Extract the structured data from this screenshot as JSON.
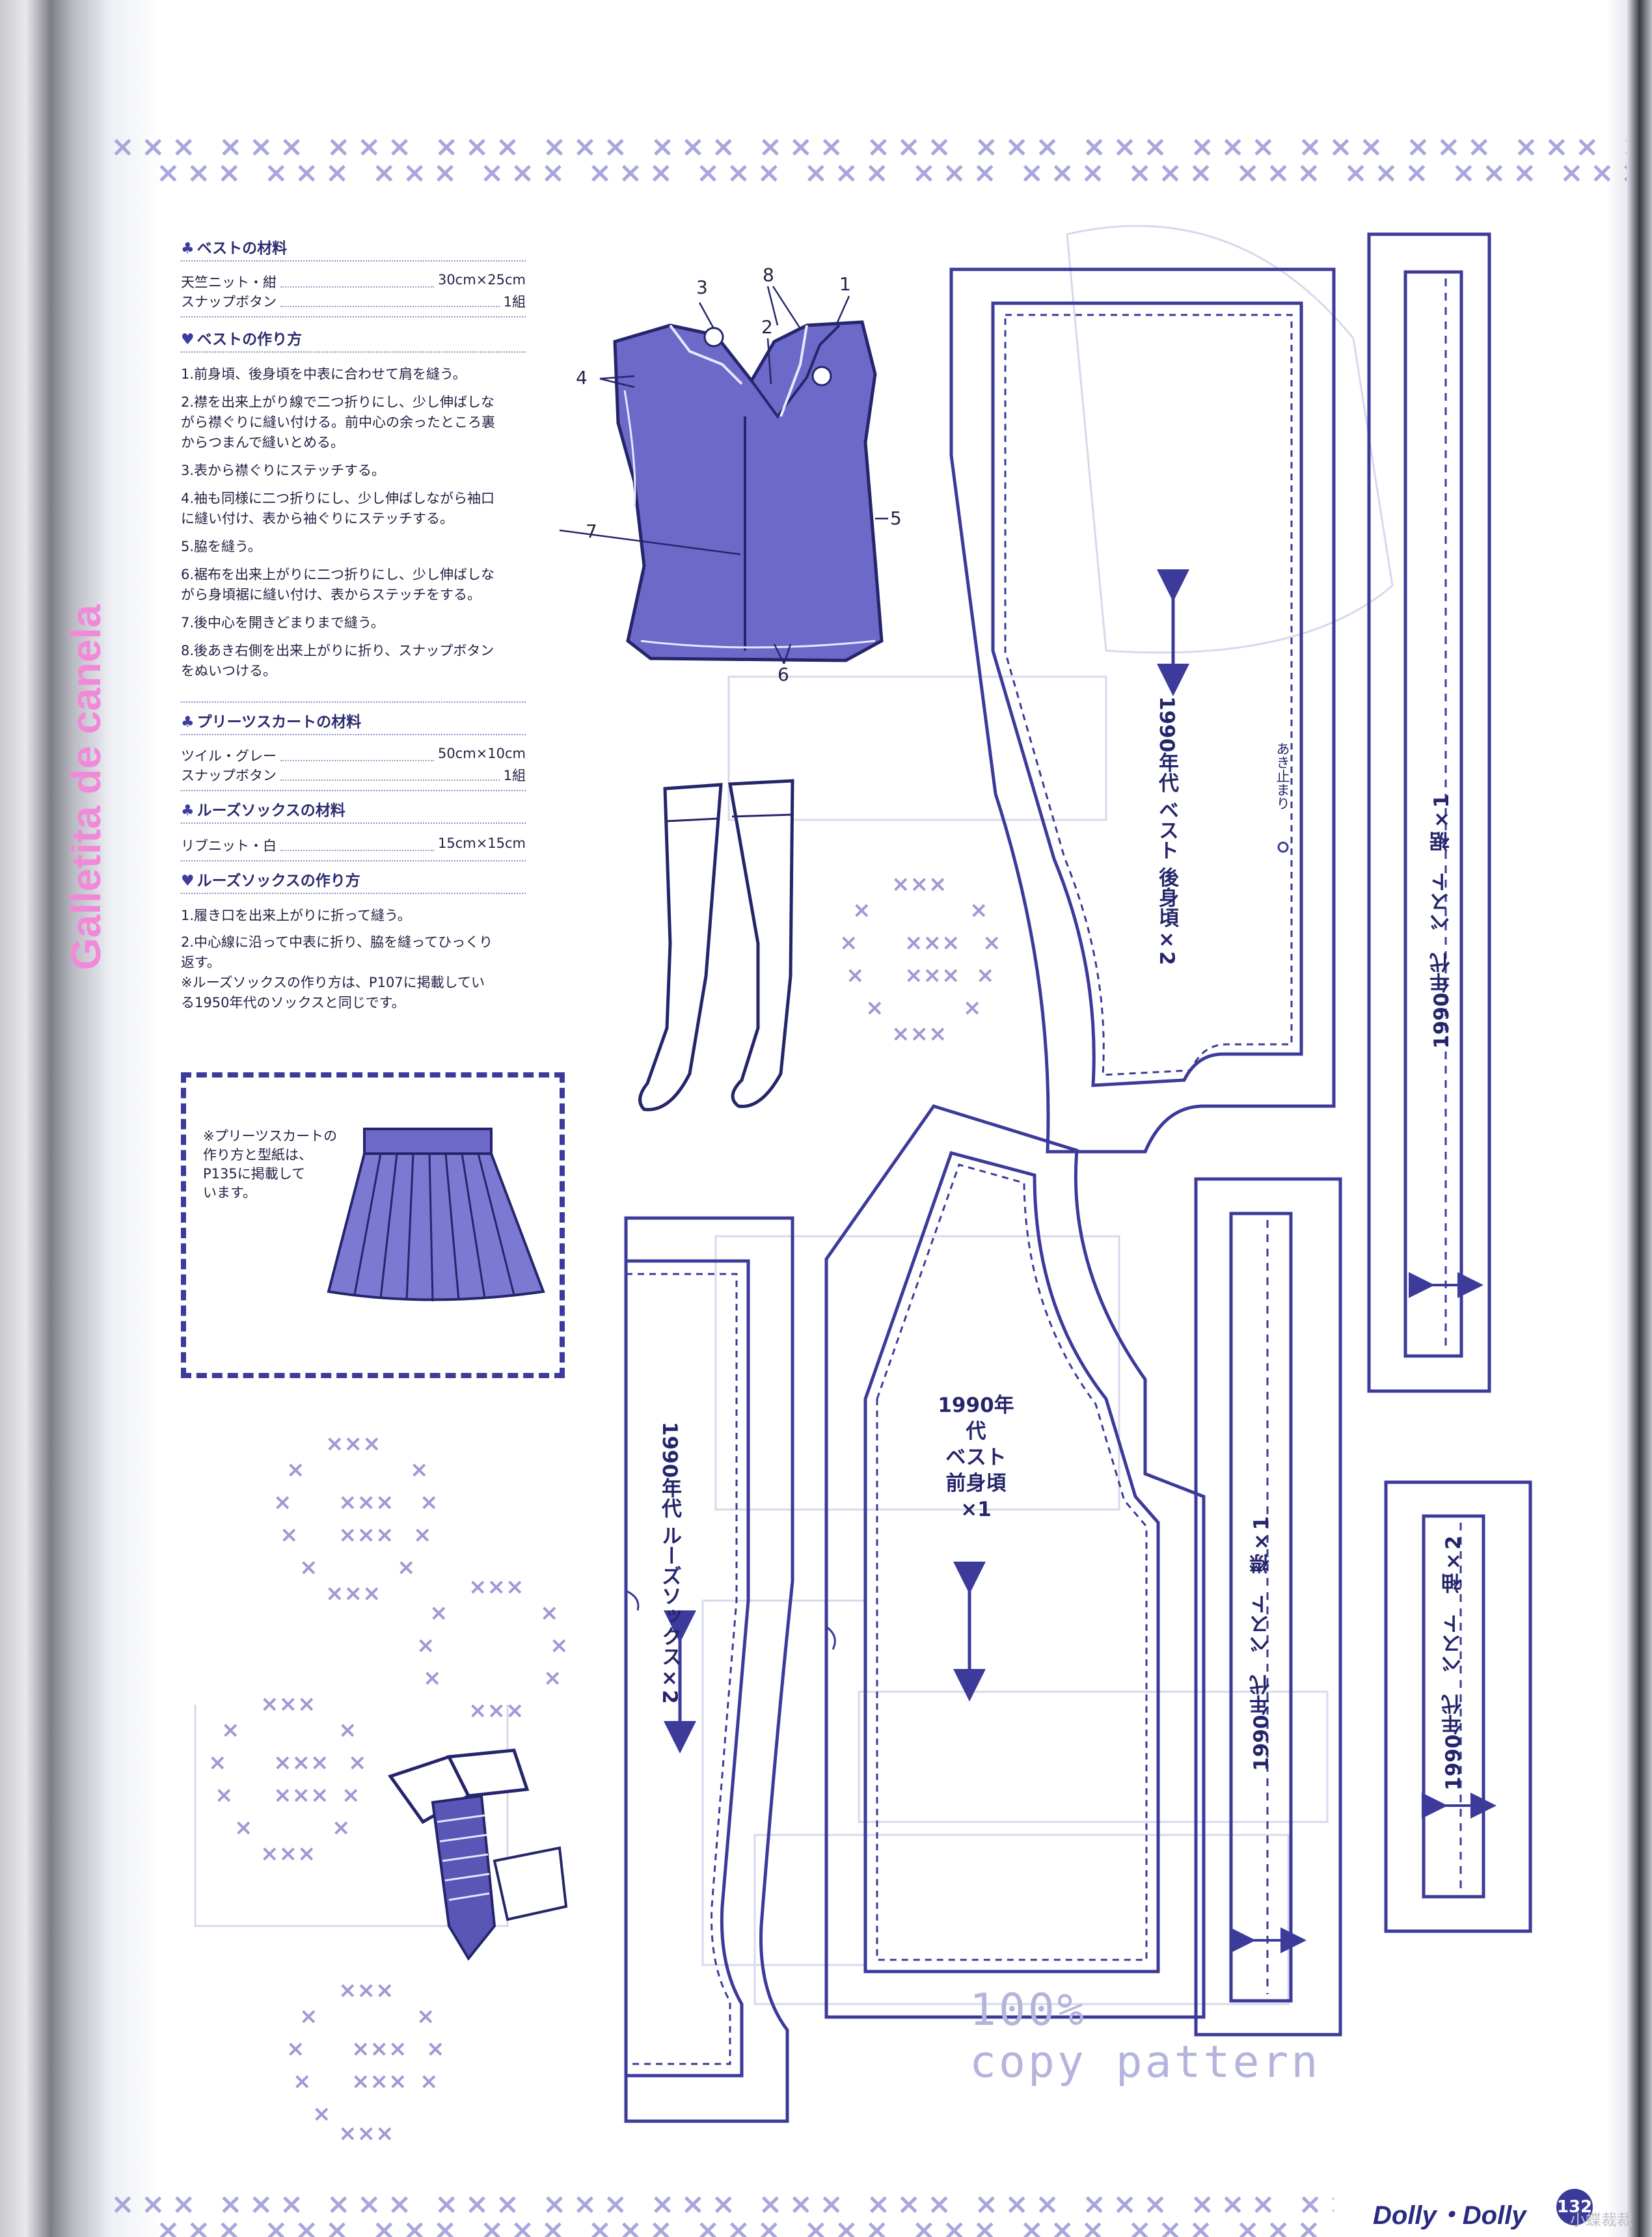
{
  "sidebar": {
    "label": "Galletita de canela"
  },
  "decor": {
    "cross_strip": "×××  ×××  ×××  ×××  ×××  ×××  ×××  ×××  ×××  ×××  ×××  ×××  ×××  ×××  ×××  ×××  ×××  ×××  ×××  ×××  ×××  ×××"
  },
  "colors": {
    "ink": "#3c3a9a",
    "accent_pink": "#f08ad8",
    "garment": "#6c69c8"
  },
  "vest_materials": {
    "icon": "club-icon",
    "heading": "ベストの材料",
    "items": [
      {
        "name": "天竺ニット・紺",
        "qty": "30cm×25cm"
      },
      {
        "name": "スナップボタン",
        "qty": "1組"
      }
    ]
  },
  "vest_howto": {
    "icon": "heart-icon",
    "heading": "ベストの作り方",
    "steps": [
      [
        "1.前身頃、後身頃を中表に合わせて肩を縫う。"
      ],
      [
        "2.襟を出来上がり線で二つ折りにし、少し伸ばしな",
        "がら襟ぐりに縫い付ける。前中心の余ったところ裏",
        "からつまんで縫いとめる。"
      ],
      [
        "3.表から襟ぐりにステッチする。"
      ],
      [
        "4.袖も同様に二つ折りにし、少し伸ばしながら袖口",
        "に縫い付け、表から袖ぐりにステッチする。"
      ],
      [
        "5.脇を縫う。"
      ],
      [
        "6.裾布を出来上がりに二つ折りにし、少し伸ばしな",
        "がら身頃裾に縫い付け、表からステッチをする。"
      ],
      [
        "7.後中心を開きどまりまで縫う。"
      ],
      [
        "8.後あき右側を出来上がりに折り、スナップボタン",
        "をぬいつける。"
      ]
    ]
  },
  "skirt_materials": {
    "icon": "club-icon",
    "heading": "プリーツスカートの材料",
    "items": [
      {
        "name": "ツイル・グレー",
        "qty": "50cm×10cm"
      },
      {
        "name": "スナップボタン",
        "qty": "1組"
      }
    ]
  },
  "socks_materials": {
    "icon": "club-icon",
    "heading": "ルーズソックスの材料",
    "items": [
      {
        "name": "リブニット・白",
        "qty": "15cm×15cm"
      }
    ]
  },
  "socks_howto": {
    "icon": "heart-icon",
    "heading": "ルーズソックスの作り方",
    "steps": [
      [
        "1.履き口を出来上がりに折って縫う。"
      ],
      [
        "2.中心線に沿って中表に折り、脇を縫ってひっくり",
        "返す。"
      ],
      [
        "※ルーズソックスの作り方は、P107に掲載してい",
        "る1950年代のソックスと同じです。"
      ]
    ]
  },
  "skirt_note": {
    "lines": [
      "※プリーツスカートの",
      "作り方と型紙は、",
      "P135に掲載して",
      "います。"
    ]
  },
  "diagram_numbers": [
    "1",
    "2",
    "3",
    "4",
    "5",
    "6",
    "7",
    "8"
  ],
  "pattern_labels": {
    "back_body": "1990年代 ベスト 後身頃×2",
    "back_opening": "あき止まり",
    "vest_hem": "1990年代　ベスト　裾×1",
    "front_body_lines": [
      "1990年代",
      "ベスト",
      "前身頃×1"
    ],
    "socks": "1990年代 ルーズソックス×2",
    "vest_collar": "1990年代　ベスト　襟×1",
    "vest_sleeve": "1990年代　ベスト　袖×2"
  },
  "copy_note": [
    "100%",
    "copy pattern"
  ],
  "footer": {
    "brand": "Dolly・Dolly",
    "page": "132",
    "watermark": "小蝶裁裁 "
  }
}
